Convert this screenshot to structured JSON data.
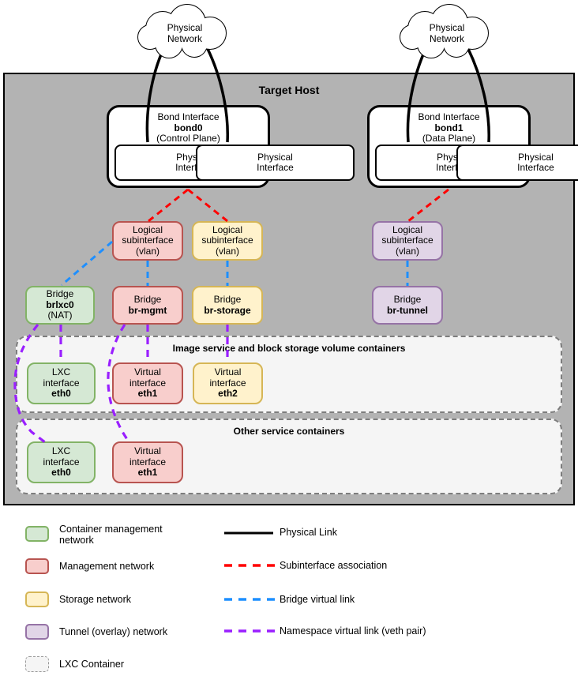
{
  "host": {
    "title": "Target Host"
  },
  "clouds": {
    "left_label": "Physical\nNetwork",
    "right_label": "Physical\nNetwork"
  },
  "nodes": {
    "bond0": {
      "type_label": "Bond Interface",
      "name": "bond0",
      "role": "(Control Plane)"
    },
    "bond1": {
      "type_label": "Bond Interface",
      "name": "bond1",
      "role": "(Data Plane)"
    },
    "physical_interface": {
      "l1": "Physical",
      "l2": "Interface"
    },
    "logical_subinterface": {
      "l1": "Logical",
      "l2": "subinterface",
      "l3": "(vlan)"
    },
    "bridge_lxc": {
      "l1": "Bridge",
      "name": "brlxc0",
      "l3": "(NAT)"
    },
    "bridge_mgmt": {
      "l1": "Bridge",
      "name": "br-mgmt"
    },
    "bridge_storage": {
      "l1": "Bridge",
      "name": "br-storage"
    },
    "bridge_tunnel": {
      "l1": "Bridge",
      "name": "br-tunnel"
    },
    "lxc_eth0": {
      "l1": "LXC",
      "l2": "interface",
      "name": "eth0"
    },
    "virtual_eth1": {
      "l1": "Virtual",
      "l2": "interface",
      "name": "eth1"
    },
    "virtual_eth2": {
      "l1": "Virtual",
      "l2": "interface",
      "name": "eth2"
    }
  },
  "containers": {
    "image_block": {
      "title": "Image service and block storage volume containers"
    },
    "other": {
      "title": "Other service containers"
    }
  },
  "legend": {
    "networks": [
      {
        "label": "Container management network",
        "fill": "#d5e8d4",
        "stroke": "#82b366"
      },
      {
        "label": "Management network",
        "fill": "#f8cecc",
        "stroke": "#b85450"
      },
      {
        "label": "Storage network",
        "fill": "#fff2cc",
        "stroke": "#d6b656"
      },
      {
        "label": "Tunnel (overlay) network",
        "fill": "#e1d5e7",
        "stroke": "#9673a6"
      },
      {
        "label": "LXC Container",
        "fill": "#f5f5f5",
        "stroke": "#999999"
      }
    ],
    "links": [
      {
        "label": "Physical Link",
        "color": "#000000",
        "style": "solid"
      },
      {
        "label": "Subinterface association",
        "color": "#ff0000",
        "style": "dashed"
      },
      {
        "label": "Bridge virtual link",
        "color": "#1e8fff",
        "style": "dashed"
      },
      {
        "label": "Namespace virtual link (veth pair)",
        "color": "#9a1fff",
        "style": "dashed"
      }
    ]
  },
  "colors": {
    "host_fill": "#b3b3b3",
    "container_fill": "#f5f5f5"
  }
}
